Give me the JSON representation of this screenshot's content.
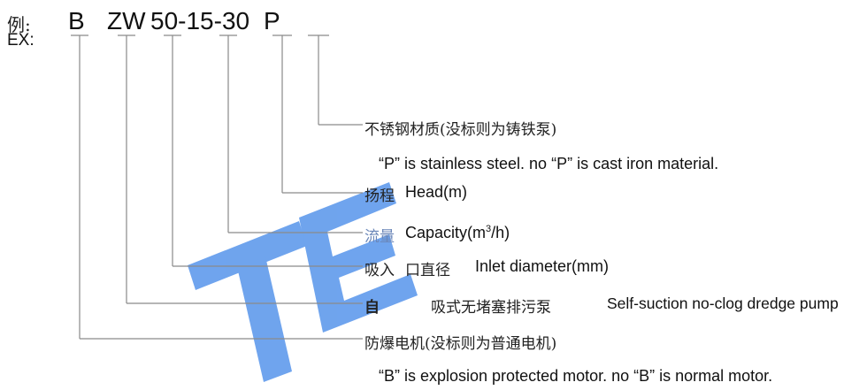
{
  "example": {
    "label_cn": "例:",
    "label_en": "EX:",
    "code_parts": [
      "B",
      "ZW",
      "50-15-30",
      "P"
    ]
  },
  "entries": [
    {
      "cn": "不锈钢材质(没标则为铸铁泵)",
      "en": "“P” is stainless steel. no “P” is cast iron material."
    },
    {
      "cn": "扬程",
      "en": "Head(m)"
    },
    {
      "cn": "流量",
      "en_pre": "Capacity(m",
      "en_sup": "3",
      "en_post": "/h)"
    },
    {
      "cn_a": "吸入",
      "cn_b": "口直径",
      "en": "Inlet diameter(mm)"
    },
    {
      "cn_a": "自",
      "cn_b": "吸式无堵塞排污泵",
      "en": "Self-suction no-clog dredge pump"
    },
    {
      "cn": "防爆电机(没标则为普通电机)",
      "en": "“B” is explosion protected motor. no “B” is normal motor."
    }
  ],
  "watermark": {
    "text": "TE",
    "color": "#3f86e8"
  },
  "colors": {
    "line": "#8a8a8a",
    "text": "#111111"
  }
}
